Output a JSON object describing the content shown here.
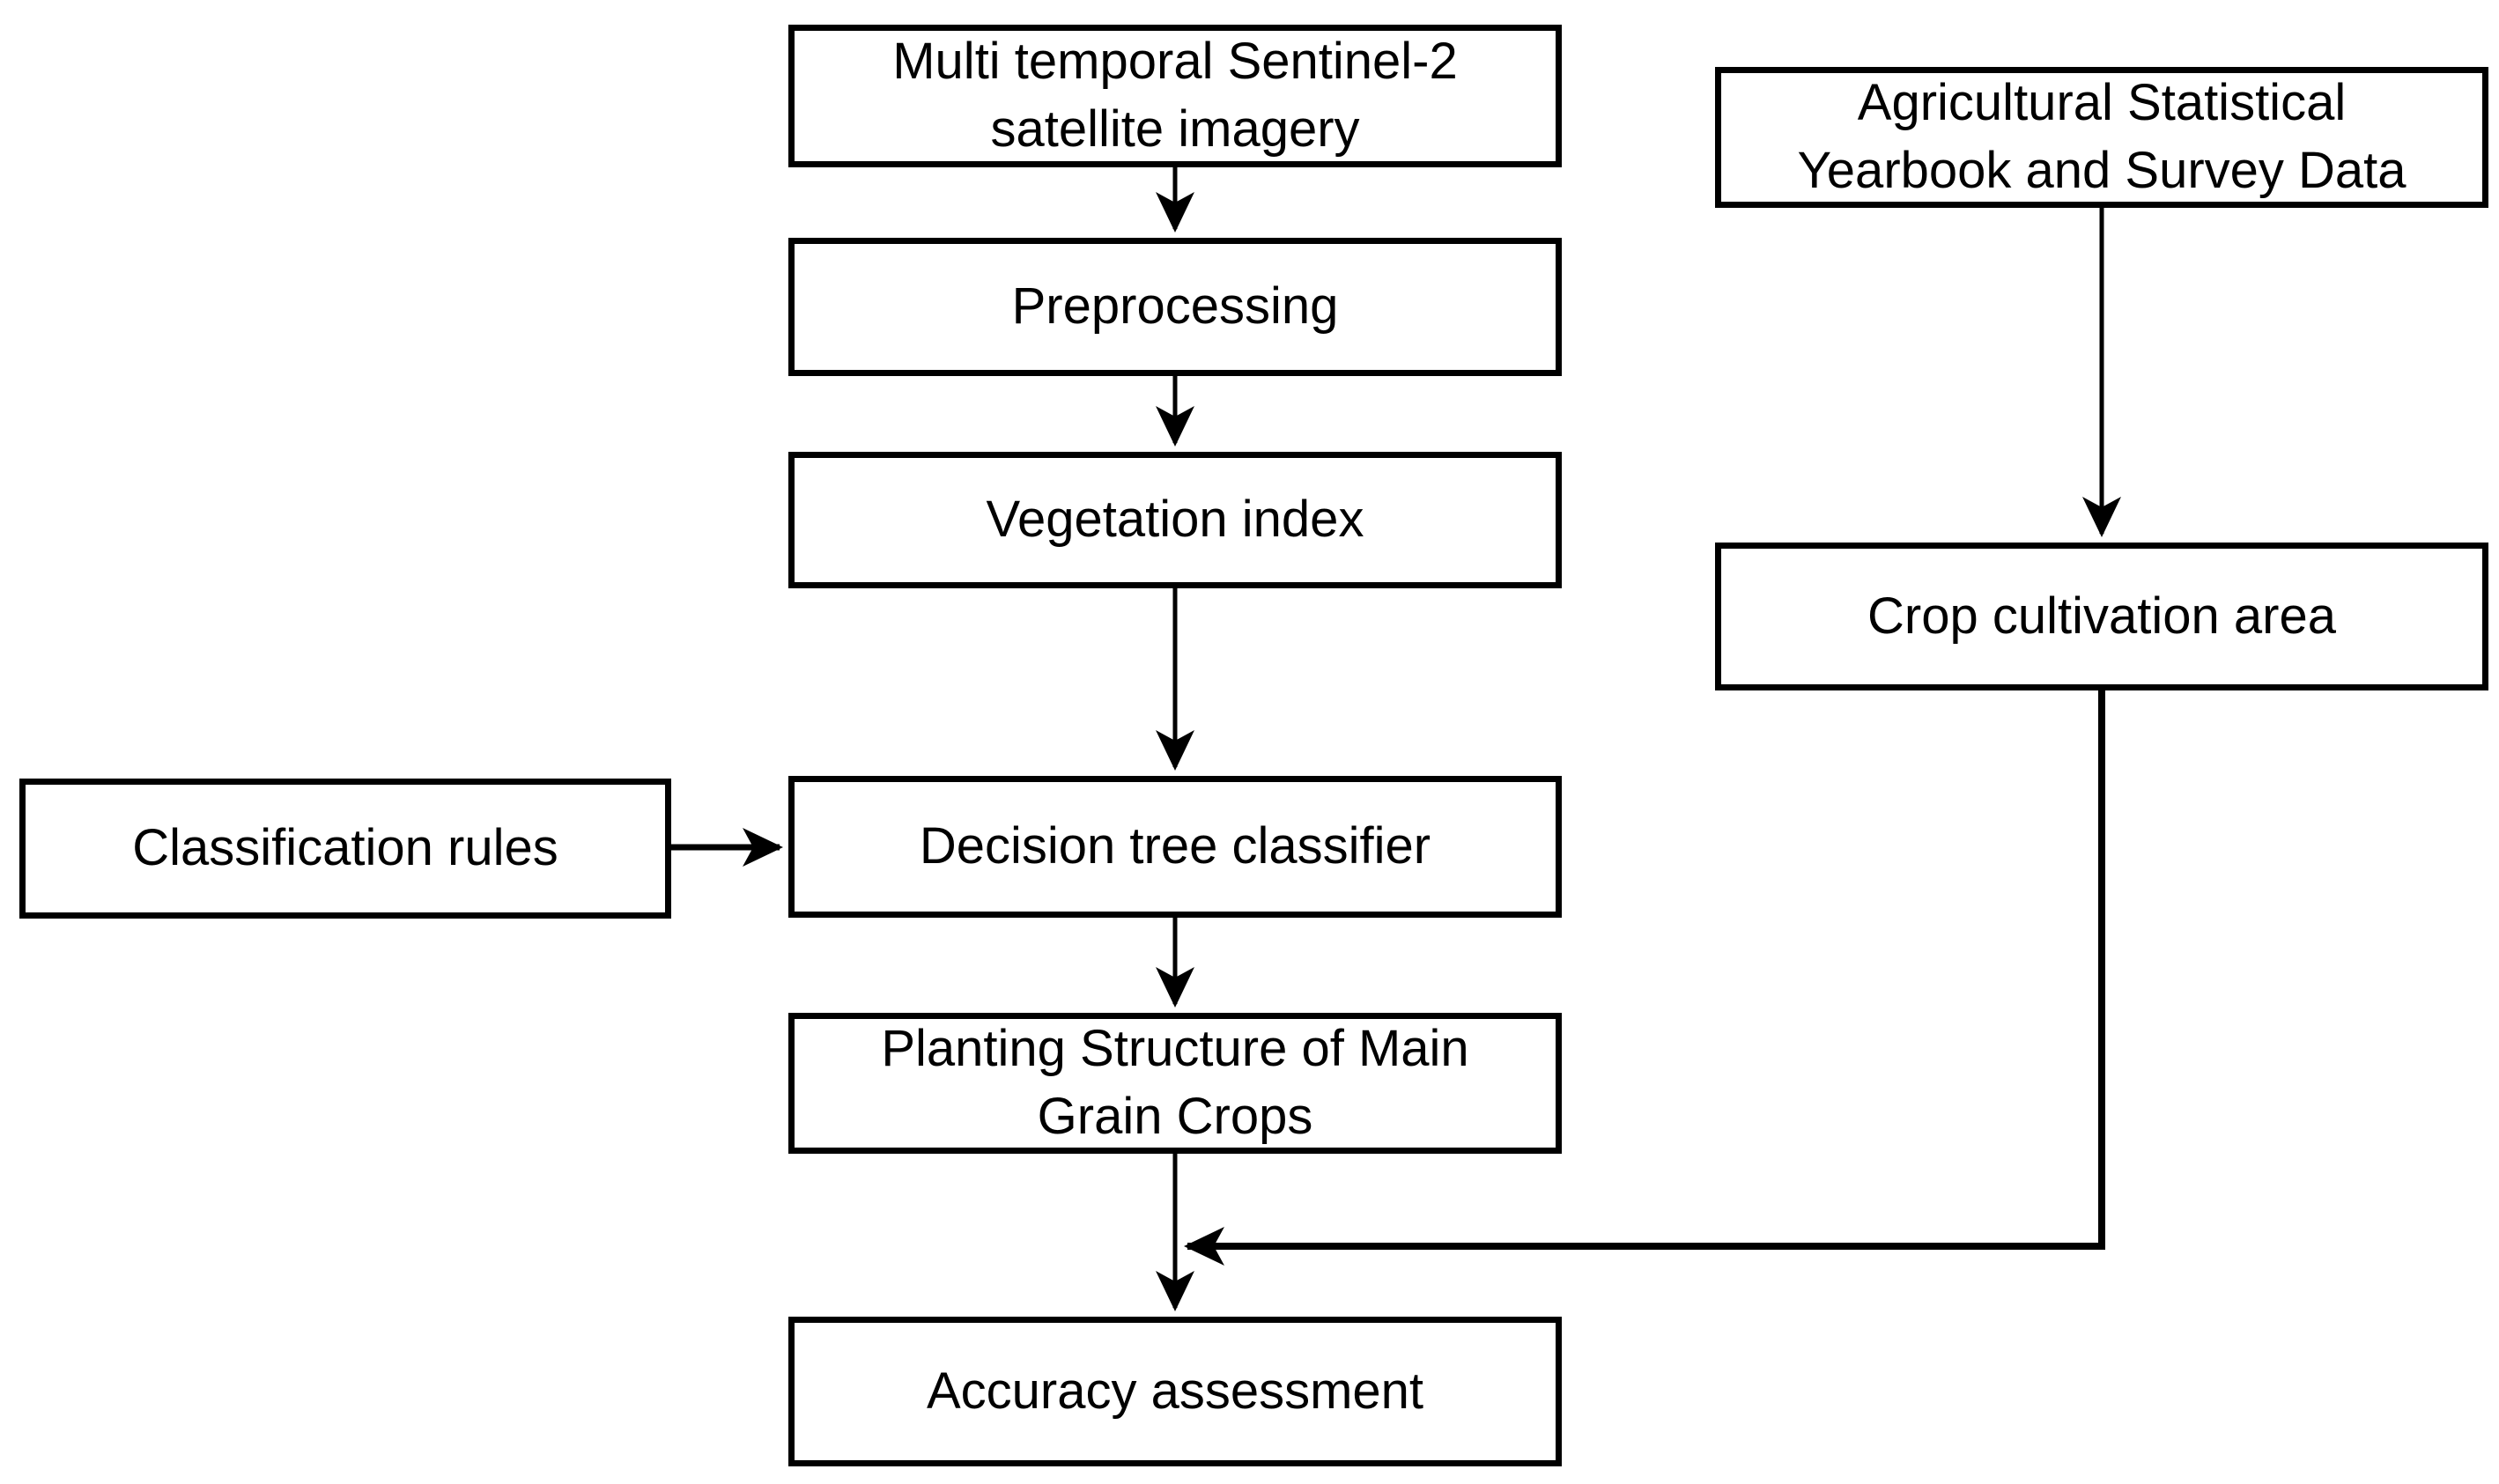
{
  "figure": {
    "type": "flowchart",
    "background_color": "#ffffff",
    "line_color": "#000000",
    "box_fill_color": "#ffffff",
    "text_color": "#000000"
  },
  "nodes": {
    "sentinel": {
      "label": "Multi temporal Sentinel-2 satellite imagery"
    },
    "preprocessing": {
      "label": "Preprocessing"
    },
    "vegetation": {
      "label": "Vegetation index"
    },
    "classification": {
      "label": "Classification rules"
    },
    "decision": {
      "label": "Decision tree classifier"
    },
    "planting": {
      "label": "Planting Structure of Main Grain Crops"
    },
    "accuracy": {
      "label": "Accuracy assessment"
    },
    "agricultural": {
      "label": "Agricultural Statistical Yearbook and Survey Data"
    },
    "croparea": {
      "label": "Crop cultivation area"
    }
  },
  "edges": [
    {
      "from": "Multi temporal Sentinel-2 satellite imagery",
      "to": "Preprocessing"
    },
    {
      "from": "Preprocessing",
      "to": "Vegetation index"
    },
    {
      "from": "Vegetation index",
      "to": "Decision tree classifier"
    },
    {
      "from": "Classification rules",
      "to": "Decision tree classifier"
    },
    {
      "from": "Decision tree classifier",
      "to": "Planting Structure of Main Grain Crops"
    },
    {
      "from": "Planting Structure of Main Grain Crops",
      "to": "Accuracy assessment"
    },
    {
      "from": "Agricultural Statistical Yearbook and Survey Data",
      "to": "Crop cultivation area"
    },
    {
      "from": "Crop cultivation area",
      "to": "Accuracy assessment"
    }
  ]
}
